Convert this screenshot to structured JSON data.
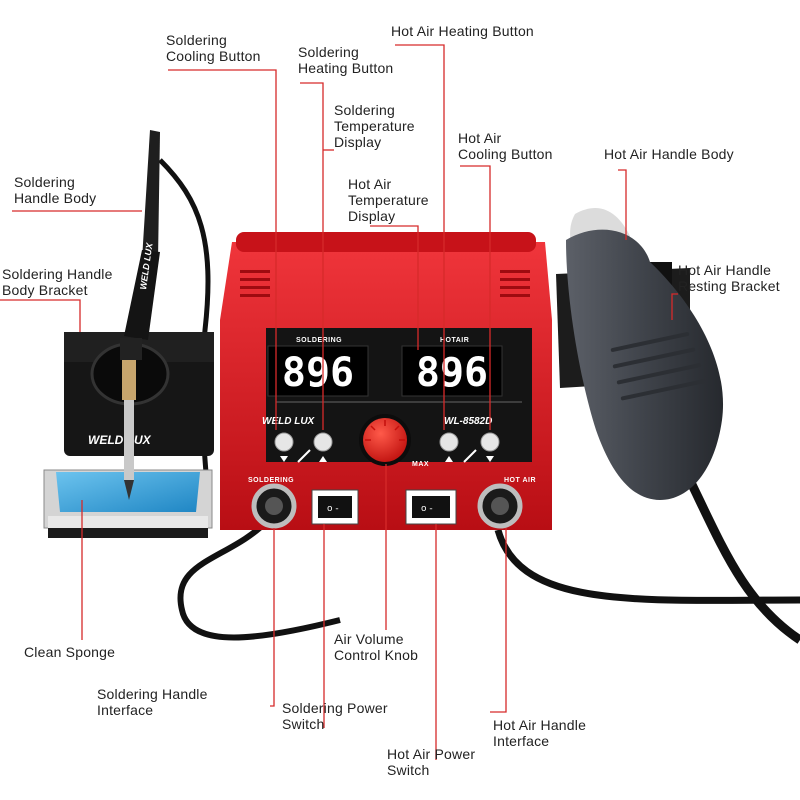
{
  "labels": {
    "soldering_cooling_button": [
      "Soldering",
      "Cooling Button"
    ],
    "soldering_heating_button": [
      "Soldering",
      "Heating Button"
    ],
    "hot_air_heating_button": [
      "Hot Air Heating Button"
    ],
    "soldering_temperature_display": [
      "Soldering",
      "Temperature",
      "Display"
    ],
    "hot_air_cooling_button": [
      "Hot Air",
      "Cooling Button"
    ],
    "hot_air_temperature_display": [
      "Hot Air",
      "Temperature",
      "Display"
    ],
    "hot_air_handle_body": [
      "Hot Air Handle Body"
    ],
    "soldering_handle_body": [
      "Soldering",
      "Handle Body"
    ],
    "soldering_handle_body_bracket": [
      "Soldering Handle",
      "Body Bracket"
    ],
    "hot_air_handle_resting_bracket": [
      "Hot Air Handle",
      "Resting Bracket"
    ],
    "clean_sponge": [
      "Clean Sponge"
    ],
    "air_volume_control_knob": [
      "Air Volume",
      "Control Knob"
    ],
    "soldering_handle_interface": [
      "Soldering Handle",
      "Interface"
    ],
    "soldering_power_switch": [
      "Soldering Power",
      "Switch"
    ],
    "hot_air_handle_interface": [
      "Hot Air Handle",
      "Interface"
    ],
    "hot_air_power_switch": [
      "Hot Air Power",
      "Switch"
    ]
  },
  "device": {
    "soldering_caption": "SOLDERING",
    "hot_air_caption": "HOTAIR",
    "soldering_display": "896",
    "hot_air_display": "896",
    "brand": "WELD LUX",
    "model": "WL-8582D",
    "max_label": "MAX",
    "left_port_caption": "SOLDERING",
    "right_port_caption": "HOT AIR",
    "bracket_brand": "WELD LUX",
    "iron_brand": "WELD LUX"
  },
  "colors": {
    "body_red": "#d8141b",
    "panel_black": "#141414",
    "leader_red": "#d62a2a",
    "sponge_blue": "#3aa0d8",
    "knob_red": "#e8231f"
  }
}
